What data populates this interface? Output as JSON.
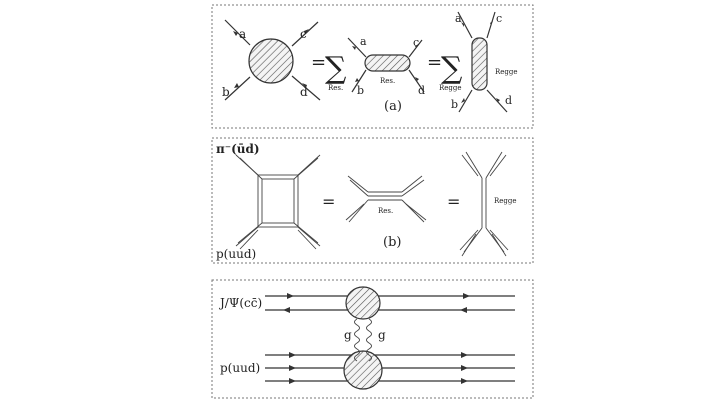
{
  "panel_a": {
    "labels": {
      "a": "a",
      "b": "b",
      "c": "c",
      "d": "d"
    },
    "res_label": "Res.",
    "regge_label": "Regge",
    "equals": "=",
    "sum_symbol": "∑",
    "caption": "(a)"
  },
  "panel_b": {
    "pion_label": "π⁻(ūd)",
    "proton_label": "p(uud)",
    "res_label": "Res.",
    "regge_label": "Regge",
    "equals": "=",
    "caption": "(b)"
  },
  "panel_c": {
    "jpsi_label": "J/Ψ(cc̄)",
    "proton_label": "p(uud)",
    "gluon_label": "g"
  }
}
